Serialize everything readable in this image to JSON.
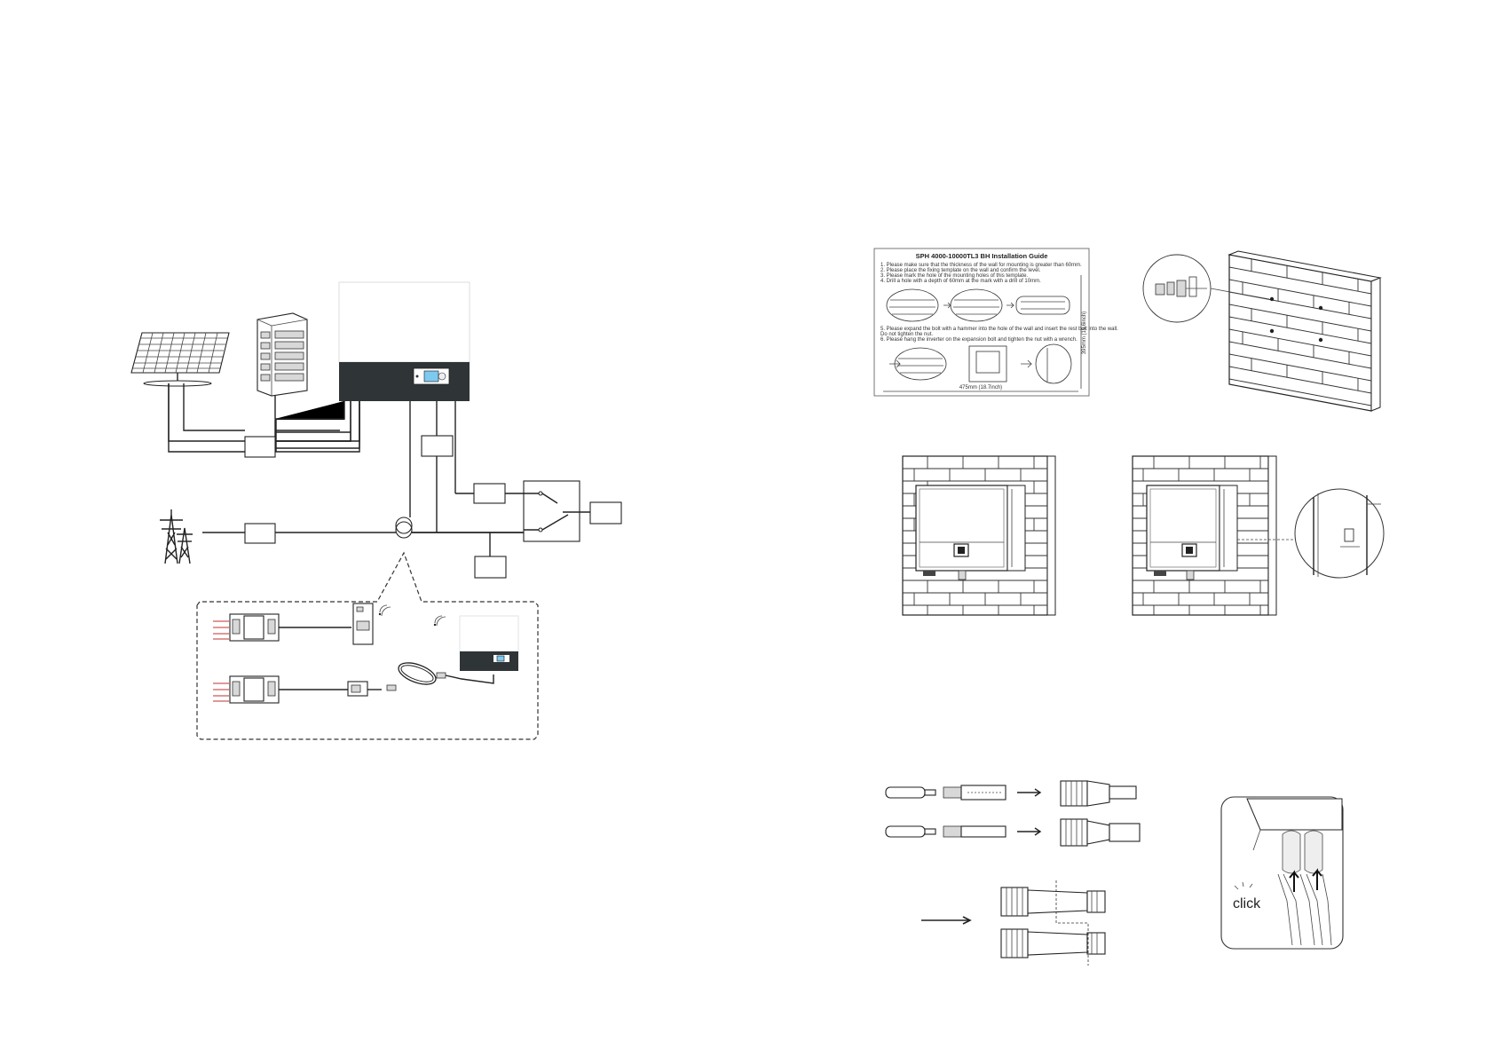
{
  "guide": {
    "title": "SPH 4000-10000TL3 BH Installation Guide",
    "lines_top": [
      "1. Please make sure that the thickness of the wall for mounting is greater than 60mm.",
      "2. Please place the fixing template on the wall and confirm the level.",
      "3. Please mark the hole of the mounting holes of this template.",
      "4. Drill a hole with a depth of 60mm at the mark with a drill of 10mm."
    ],
    "lines_mid": [
      "5. Please expand the bolt with a hammer into the hole of the wall and insert the rest bolt into the wall.",
      "   Do not tighten the nut.",
      "6. Please hang the inverter on the expansion bolt and tighten the nut with a wrench."
    ],
    "dim_bottom": "475mm (18.7inch)",
    "dim_side": "395mm (15.6inch)"
  },
  "callouts": {
    "click_label": "click"
  }
}
